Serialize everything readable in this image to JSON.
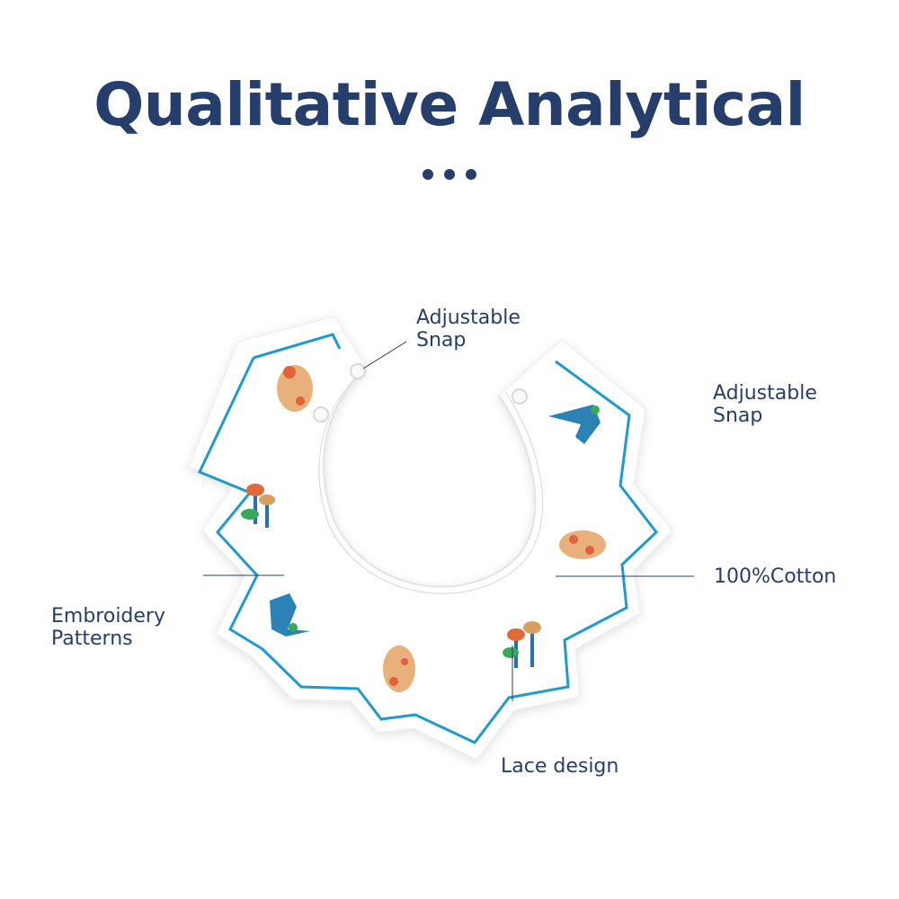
{
  "heading": {
    "title": "Qualitative Analytical"
  },
  "callouts": {
    "snap_left": {
      "line1": "Adjustable",
      "line2": "Snap"
    },
    "snap_right": {
      "line1": "Adjustable",
      "line2": "Snap"
    },
    "embroidery": {
      "line1": "Embroidery",
      "line2": "Patterns"
    },
    "cotton": {
      "text": "100%Cotton"
    },
    "lace": {
      "text": "Lace design"
    }
  },
  "colors": {
    "text": "#263e6b",
    "trim": "#1e9ad0",
    "fabric": "#ffffff"
  }
}
